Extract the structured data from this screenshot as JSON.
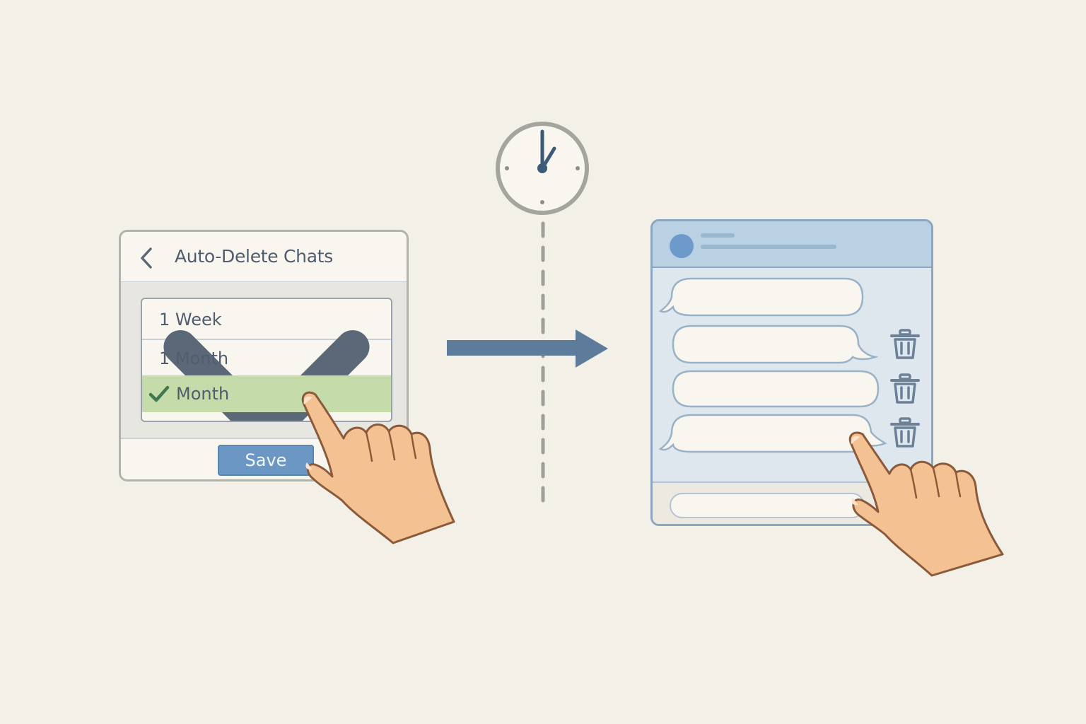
{
  "settings": {
    "title": "Auto-Delete Chats",
    "dropdown": {
      "selected": "1 Week",
      "options": [
        "1 Month",
        "Month"
      ],
      "checked_option": "Month"
    },
    "save_label": "Save"
  },
  "colors": {
    "background": "#f3f0e7",
    "accent": "#6a97c4",
    "highlight": "#c6dbaa",
    "check": "#3f7a4e",
    "arrow": "#5d7b9a",
    "chat_header": "#b9d1e3",
    "trash": "#6c8197",
    "skin": "#f4c192"
  },
  "icons": [
    "chevron-left-icon",
    "chevron-down-icon",
    "check-icon",
    "clock-icon",
    "arrow-right-icon",
    "trash-icon",
    "pointing-hand-icon"
  ]
}
